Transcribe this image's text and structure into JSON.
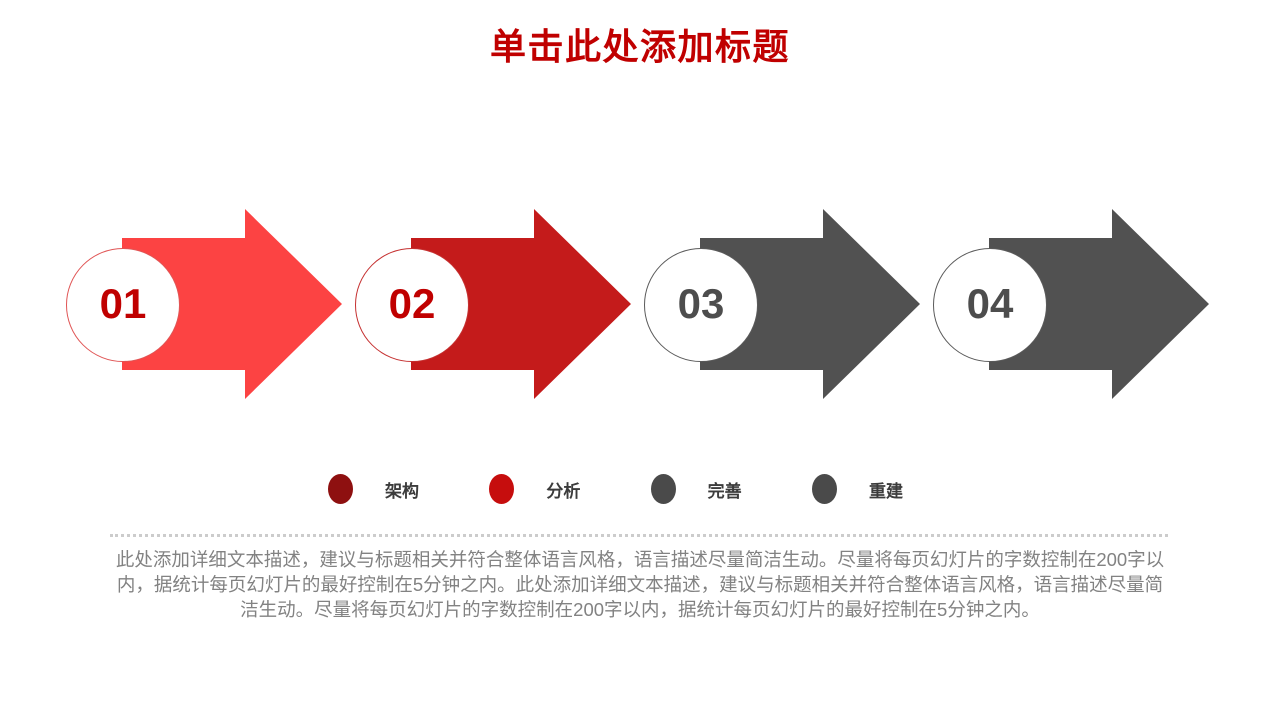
{
  "slide": {
    "title": "单击此处添加标题",
    "steps": [
      {
        "number": "01",
        "arrow_color": "#fc4343",
        "number_color": "#c00000",
        "circle_border": "#e05555"
      },
      {
        "number": "02",
        "arrow_color": "#c41b1b",
        "number_color": "#c00000",
        "circle_border": "#c53030"
      },
      {
        "number": "03",
        "arrow_color": "#515151",
        "number_color": "#4d4d4d",
        "circle_border": "#5a5a5a"
      },
      {
        "number": "04",
        "arrow_color": "#515151",
        "number_color": "#4d4d4d",
        "circle_border": "#5a5a5a"
      }
    ],
    "legend": [
      {
        "label": "架构",
        "dot_color": "#8e1010"
      },
      {
        "label": "分析",
        "dot_color": "#c60d0d"
      },
      {
        "label": "完善",
        "dot_color": "#4a4a4a"
      },
      {
        "label": "重建",
        "dot_color": "#4a4a4a"
      }
    ],
    "body_text": "此处添加详细文本描述，建议与标题相关并符合整体语言风格，语言描述尽量简洁生动。尽量将每页幻灯片的字数控制在200字以内，据统计每页幻灯片的最好控制在5分钟之内。此处添加详细文本描述，建议与标题相关并符合整体语言风格，语言描述尽量简洁生动。尽量将每页幻灯片的字数控制在200字以内，据统计每页幻灯片的最好控制在5分钟之内。",
    "colors": {
      "title": "#c00000",
      "body_text": "#828282",
      "divider": "#cccccc",
      "legend_label": "#3c3c3c"
    }
  }
}
